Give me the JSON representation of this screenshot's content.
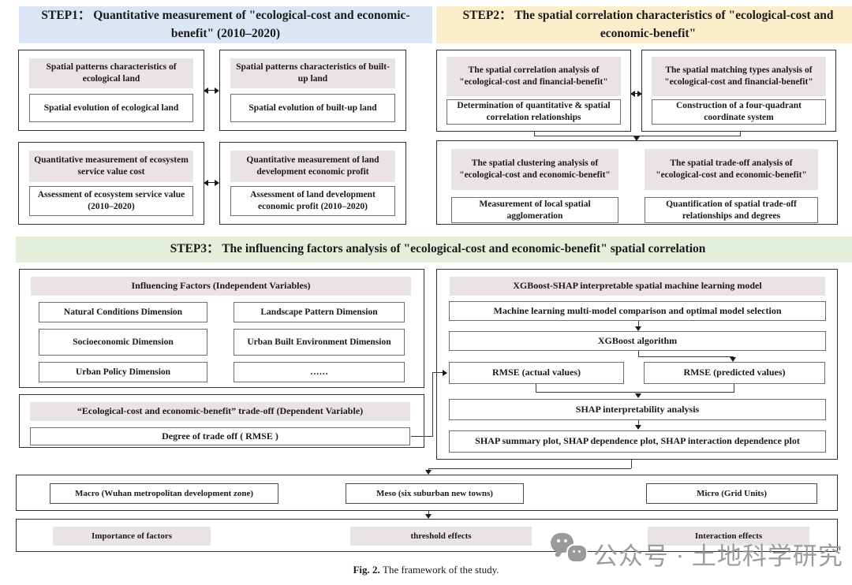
{
  "colors": {
    "step1_header_bg": "#dbe5f3",
    "step2_header_bg": "#fceecb",
    "step3_header_bg": "#e4efdb",
    "sub_header_bg": "#e9e3e4",
    "watermark_gray": "#9a9a9a"
  },
  "step1": {
    "title": "STEP1：  Quantitative measurement of \"ecological-cost and economic-benefit\" (2010–2020)",
    "boxes": [
      {
        "header": "Spatial patterns characteristics of ecological land",
        "body": "Spatial evolution of ecological land"
      },
      {
        "header": "Spatial patterns characteristics of built-up land",
        "body": "Spatial evolution of built-up land"
      },
      {
        "header": "Quantitative measurement of ecosystem service value cost",
        "body": "Assessment of ecosystem service value (2010–2020)"
      },
      {
        "header": "Quantitative measurement of land development economic profit",
        "body": "Assessment of land development economic profit (2010–2020)"
      }
    ]
  },
  "step2": {
    "title": "STEP2：  The spatial correlation characteristics of \"ecological-cost and economic-benefit\"",
    "boxes": [
      {
        "header": "The spatial correlation analysis of \"ecological-cost and financial-benefit\"",
        "body": "Determination of quantitative & spatial correlation relationships"
      },
      {
        "header": "The spatial matching types analysis of \"ecological-cost and financial-benefit\"",
        "body": "Construction of a four-quadrant coordinate system"
      },
      {
        "header": "The spatial clustering analysis of \"ecological-cost and economic-benefit\"",
        "body": "Measurement of local spatial agglomeration"
      },
      {
        "header": "The spatial trade-off analysis of \"ecological-cost and economic-benefit\"",
        "body": "Quantification of spatial trade-off relationships and degrees"
      }
    ]
  },
  "step3": {
    "title": "STEP3：  The influencing factors analysis of \"ecological-cost and economic-benefit\" spatial correlation",
    "independent": {
      "header": "Influencing Factors (Independent Variables)",
      "items": [
        "Natural Conditions Dimension",
        "Landscape Pattern Dimension",
        "Socioeconomic Dimension",
        "Urban Built Environment Dimension",
        "Urban Policy Dimension",
        "……"
      ]
    },
    "dependent": {
      "header": "“Ecological-cost and economic-benefit” trade-off (Dependent Variable)",
      "body": "Degree of trade off ( RMSE )"
    },
    "model": {
      "header": "XGBoost-SHAP interpretable spatial machine learning model",
      "selection": "Machine learning multi-model comparison and optimal model selection",
      "algorithm": "XGBoost algorithm",
      "rmse_actual": "RMSE (actual values)",
      "rmse_predicted": "RMSE (predicted values)",
      "shap": "SHAP interpretability analysis",
      "plots": "SHAP summary plot, SHAP dependence plot, SHAP interaction dependence plot"
    }
  },
  "scales": {
    "items": [
      "Macro (Wuhan metropolitan development zone)",
      "Meso (six suburban new towns)",
      "Micro (Grid Units)"
    ]
  },
  "effects": {
    "items": [
      "Importance of factors",
      "threshold effects",
      "Interaction effects"
    ]
  },
  "watermark": {
    "text": "公众号 · 土地科学研究"
  },
  "caption": {
    "label": "Fig. 2.",
    "text": "The framework of the study."
  }
}
